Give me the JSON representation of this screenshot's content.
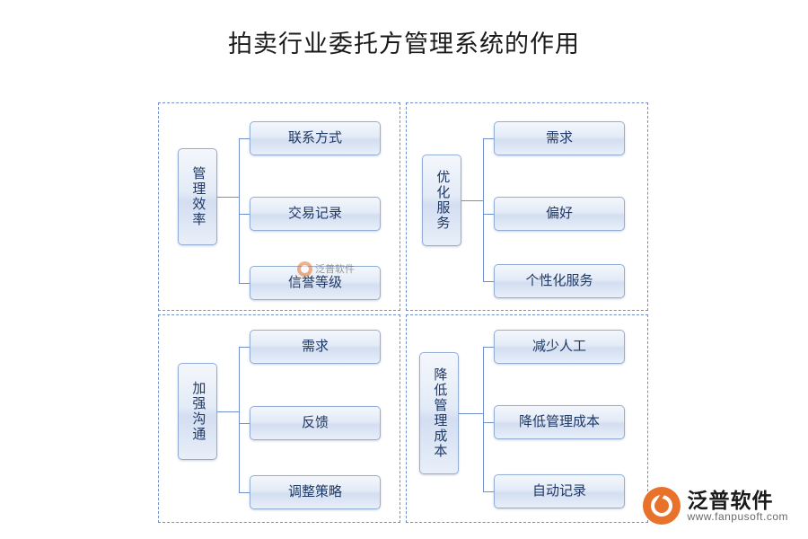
{
  "title": "拍卖行业委托方管理系统的作用",
  "watermark": {
    "center_text": "泛普软件",
    "logo_name": "泛普软件",
    "logo_url": "www.fanpusoft.com"
  },
  "diagram": {
    "type": "mind-map",
    "groups": [
      {
        "id": "q1",
        "root": "管理效率",
        "leaves": [
          "联系方式",
          "交易记录",
          "信誉等级"
        ]
      },
      {
        "id": "q2",
        "root": "优化服务",
        "leaves": [
          "需求",
          "偏好",
          "个性化服务"
        ]
      },
      {
        "id": "q3",
        "root": "加强沟通",
        "leaves": [
          "需求",
          "反馈",
          "调整策略"
        ]
      },
      {
        "id": "q4",
        "root": "降低管理成本",
        "leaves": [
          "减少人工",
          "降低管理成本",
          "自动记录"
        ]
      }
    ]
  }
}
